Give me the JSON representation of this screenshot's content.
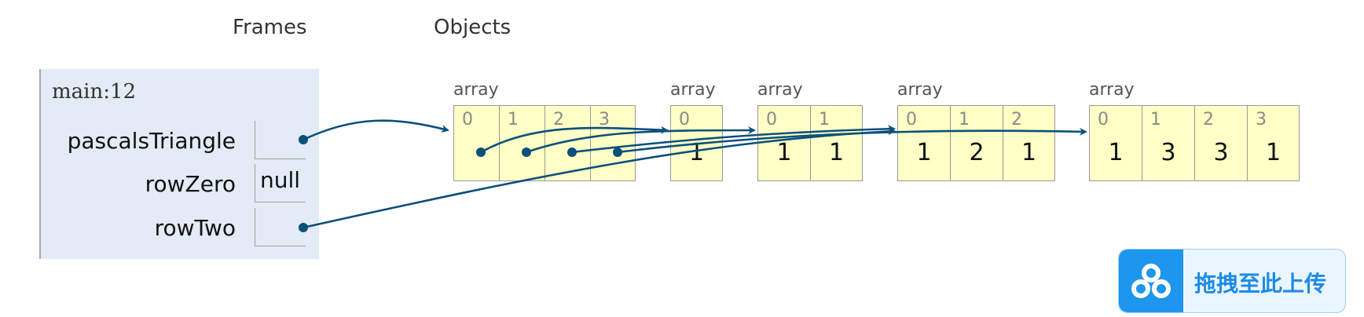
{
  "headers": {
    "frames": "Frames",
    "objects": "Objects"
  },
  "frame": {
    "title": "main:12",
    "vars": [
      {
        "name": "pascalsTriangle",
        "value": ""
      },
      {
        "name": "rowZero",
        "value": "null"
      },
      {
        "name": "rowTwo",
        "value": ""
      }
    ]
  },
  "arrays": [
    {
      "label": "array",
      "cells": [
        {
          "idx": "0",
          "val": ""
        },
        {
          "idx": "1",
          "val": ""
        },
        {
          "idx": "2",
          "val": ""
        },
        {
          "idx": "3",
          "val": ""
        }
      ]
    },
    {
      "label": "array",
      "cells": [
        {
          "idx": "0",
          "val": "1"
        }
      ]
    },
    {
      "label": "array",
      "cells": [
        {
          "idx": "0",
          "val": "1"
        },
        {
          "idx": "1",
          "val": "1"
        }
      ]
    },
    {
      "label": "array",
      "cells": [
        {
          "idx": "0",
          "val": "1"
        },
        {
          "idx": "1",
          "val": "2"
        },
        {
          "idx": "2",
          "val": "1"
        }
      ]
    },
    {
      "label": "array",
      "cells": [
        {
          "idx": "0",
          "val": "1"
        },
        {
          "idx": "1",
          "val": "3"
        },
        {
          "idx": "2",
          "val": "3"
        },
        {
          "idx": "3",
          "val": "1"
        }
      ]
    }
  ],
  "colors": {
    "pointer": "#0b4f7c",
    "cell_bg": "#ffffc6",
    "frame_bg": "#e2ebf6"
  },
  "upload": {
    "label": "拖拽至此上传",
    "icon": "cloud-share-icon"
  }
}
